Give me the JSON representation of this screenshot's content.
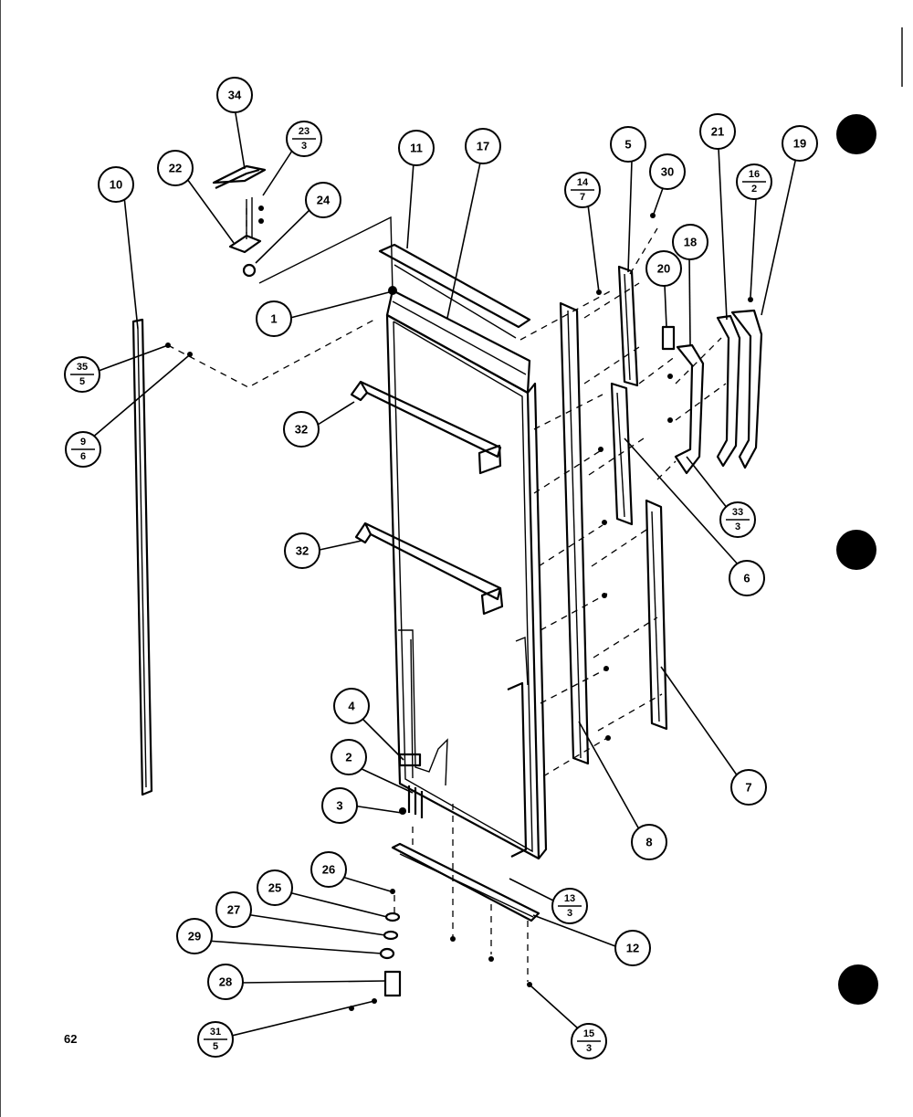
{
  "page_number": "62",
  "callouts": [
    {
      "id": "c34",
      "num": "34"
    },
    {
      "id": "c23",
      "num": "23",
      "den": "3"
    },
    {
      "id": "c22",
      "num": "22"
    },
    {
      "id": "c24",
      "num": "24"
    },
    {
      "id": "c10",
      "num": "10"
    },
    {
      "id": "c11",
      "num": "11"
    },
    {
      "id": "c17",
      "num": "17"
    },
    {
      "id": "c1",
      "num": "1"
    },
    {
      "id": "c35",
      "num": "35",
      "den": "5"
    },
    {
      "id": "c9",
      "num": "9",
      "den": "6"
    },
    {
      "id": "c32a",
      "num": "32"
    },
    {
      "id": "c32b",
      "num": "32"
    },
    {
      "id": "c14",
      "num": "14",
      "den": "7"
    },
    {
      "id": "c5",
      "num": "5"
    },
    {
      "id": "c30",
      "num": "30"
    },
    {
      "id": "c21",
      "num": "21"
    },
    {
      "id": "c16b",
      "num": "16",
      "den": "2"
    },
    {
      "id": "c19",
      "num": "19"
    },
    {
      "id": "c20",
      "num": "20"
    },
    {
      "id": "c18",
      "num": "18"
    },
    {
      "id": "c33",
      "num": "33",
      "den": "3"
    },
    {
      "id": "c6",
      "num": "6"
    },
    {
      "id": "c7",
      "num": "7"
    },
    {
      "id": "c8",
      "num": "8"
    },
    {
      "id": "c4",
      "num": "4"
    },
    {
      "id": "c2",
      "num": "2"
    },
    {
      "id": "c3",
      "num": "3"
    },
    {
      "id": "c26",
      "num": "26"
    },
    {
      "id": "c25",
      "num": "25"
    },
    {
      "id": "c27",
      "num": "27"
    },
    {
      "id": "c29",
      "num": "29"
    },
    {
      "id": "c28",
      "num": "28"
    },
    {
      "id": "c31",
      "num": "31",
      "den": "5"
    },
    {
      "id": "c13",
      "num": "13",
      "den": "3"
    },
    {
      "id": "c12",
      "num": "12"
    },
    {
      "id": "c15",
      "num": "15",
      "den": "3"
    }
  ]
}
